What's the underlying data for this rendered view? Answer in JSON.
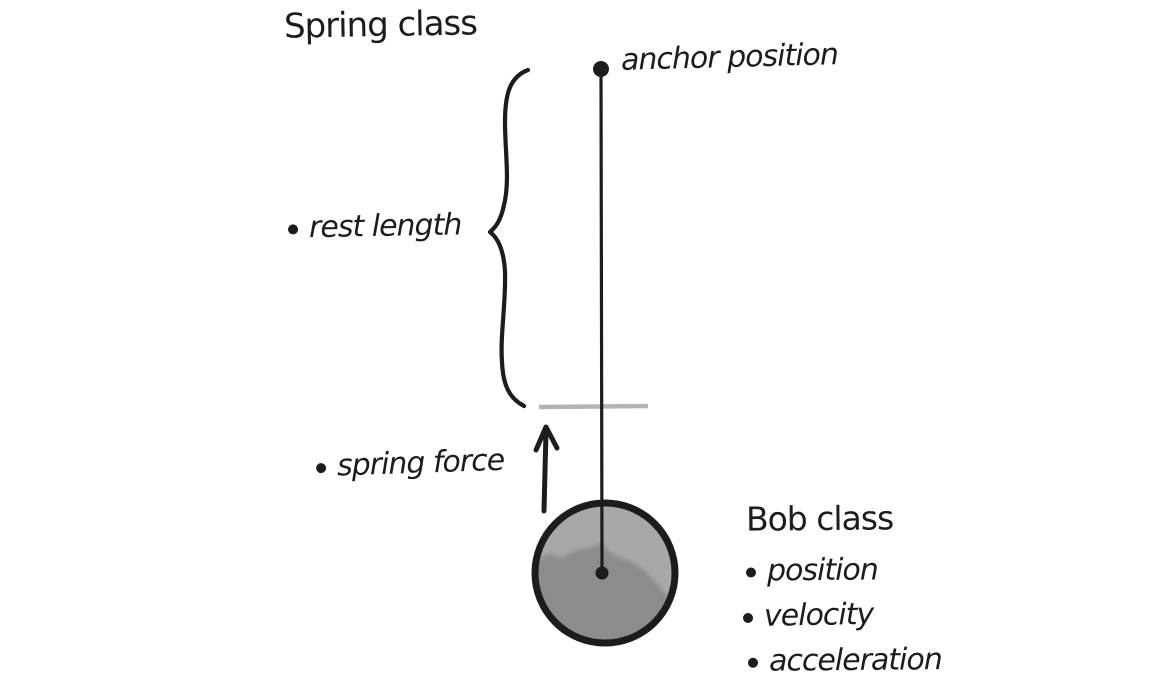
{
  "diagram": {
    "spring_class": {
      "title": "Spring class",
      "properties": [
        "rest length",
        "spring force"
      ]
    },
    "anchor_label": "anchor position",
    "bob_class": {
      "title": "Bob class",
      "properties": [
        "position",
        "velocity",
        "acceleration"
      ]
    }
  },
  "colors": {
    "background": "#ffffff",
    "ink": "#1c1c1c",
    "bob-fill-light": "#a8a8a8",
    "bob-fill-dark": "#8c8c8c",
    "rest-line": "#b3b3b3"
  }
}
